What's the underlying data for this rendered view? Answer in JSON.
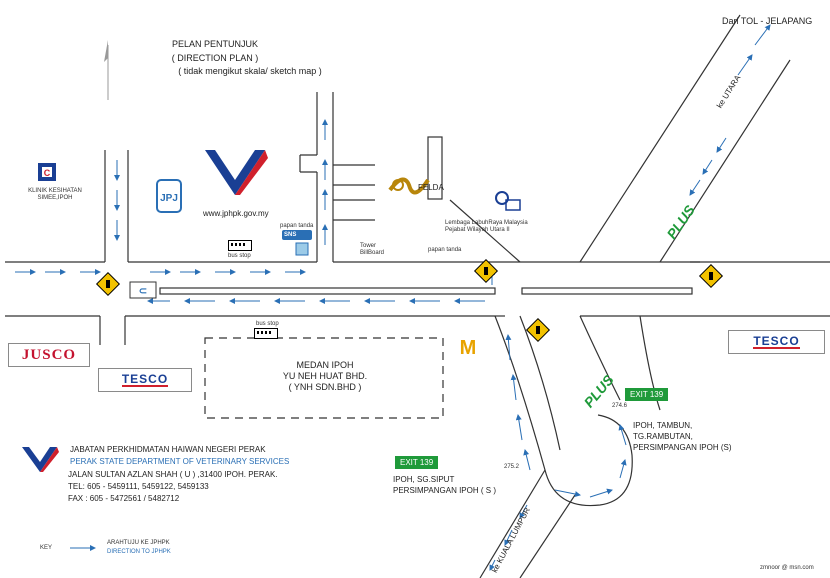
{
  "title": {
    "line1": "PELAN PENTUNJUK",
    "line2": "( DIRECTION PLAN )",
    "line3": "( tidak mengikut skala/  sketch map )"
  },
  "header_right": "Dari TOL - JELAPANG",
  "labels": {
    "klinik": "KLINIK KESIHATAN\nSIMEE,IPOH",
    "website": "www.jphpk.gov.my",
    "papan_tanda_sns": "papan tanda",
    "bus_stop_top": "bus stop",
    "bus_stop_bottom": "bus stop",
    "felda": "FELDA",
    "lembaga": "Lembaga LabuhRaya Malaysia\nPejabat Wilayah Utara II",
    "tower": "Tower\nBillBoard",
    "papan_tanda": "papan tanda",
    "medan_ipoh": "MEDAN IPOH\nYU NEH HUAT BHD.\n( YNH SDN.BHD )",
    "ke_utara": "ke UTARA",
    "ke_kl": "ke KUALA LUMPUR",
    "exit_right_dest": "IPOH, TAMBUN,\nTG.RAMBUTAN,\nPERSIMPANGAN IPOH (S)",
    "exit_left_dest": "IPOH, SG.SIPUT\nPERSIMPANGAN IPOH ( S )",
    "km_274": "274.6",
    "km_275": "275.2",
    "credit": "zmnoor @ msn.com"
  },
  "exits": {
    "right": "EXIT 139",
    "left": "EXIT 139"
  },
  "logos": {
    "jusco": "JUSCO",
    "tesco_left": "TESCO",
    "tesco_right": "TESCO",
    "plus": "PLUS",
    "sns": "SNS"
  },
  "department": {
    "name_ms": "JABATAN PERKHIDMATAN HAIWAN NEGERI PERAK",
    "name_en": "PERAK STATE DEPARTMENT  OF VETERINARY SERVICES",
    "address": "JALAN SULTAN AZLAN SHAH ( U ) ,31400 IPOH. PERAK.",
    "tel": "TEL: 605 - 5459111, 5459122,  5459133",
    "fax": "FAX : 605 - 5472561 / 5482712"
  },
  "key": {
    "label": "KEY",
    "ms": "ARAHTUJU KE JPHPK",
    "en": "DIRECTION TO JPHPK"
  },
  "colors": {
    "arrow": "#2a6fb5",
    "road": "#333333",
    "exit_green": "#1f9a3a",
    "traffic_sign": "#f2c200",
    "tesco_blue": "#1a3f94",
    "jusco_red": "#c4122f"
  },
  "icons": [
    "north-arrow-icon",
    "traffic-light-sign-icon",
    "bus-stop-icon",
    "mcdonalds-icon",
    "felda-logo-icon",
    "jphpk-logo-icon",
    "klinik-icon"
  ]
}
